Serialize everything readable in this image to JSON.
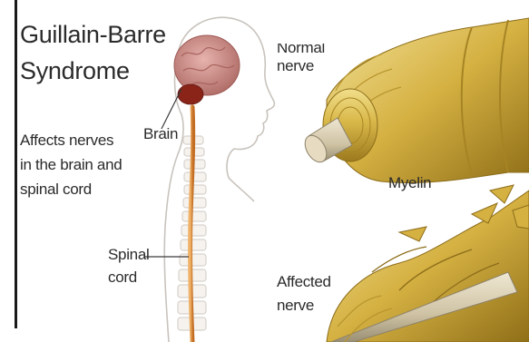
{
  "diagram": {
    "title": "Guillain-Barre Syndrome",
    "title_line1": "Guillain-Barre",
    "title_line2": "Syndrome",
    "description_line1": "Affects nerves",
    "description_line2": "in the brain and",
    "description_line3": "spinal cord",
    "labels": {
      "brain": "Brain",
      "spinal_line1": "Spinal",
      "spinal_line2": "cord",
      "normal_line1": "Normal",
      "normal_line2": "nerve",
      "myelin": "Myelin",
      "affected_line1": "Affected",
      "affected_line2": "nerve"
    }
  },
  "colors": {
    "text": "#2b2b2b",
    "brain": "#c98a86",
    "cerebellum": "#8a2418",
    "spinal_cord": "#d98b3a",
    "myelin": "#d9b84a",
    "myelin_dark": "#a88422",
    "axon": "#d6cbb0",
    "skin_outline": "#c8c2bc"
  },
  "icons": [
    "brain-illustration",
    "spine-illustration",
    "normal-nerve-illustration",
    "affected-nerve-illustration"
  ]
}
